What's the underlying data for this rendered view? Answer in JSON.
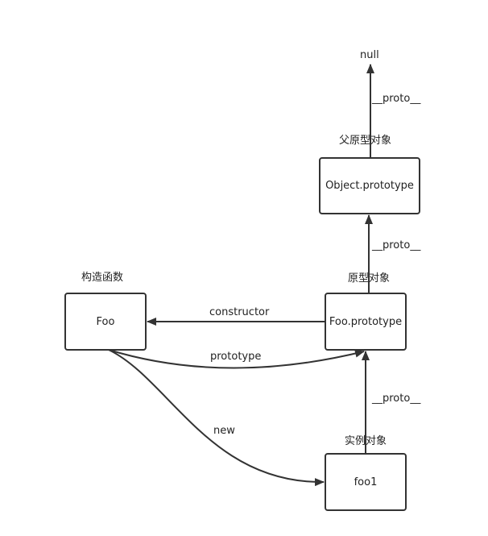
{
  "nodes": {
    "null": "null",
    "object_prototype": "Object.prototype",
    "foo": "Foo",
    "foo_prototype": "Foo.prototype",
    "foo1": "foo1"
  },
  "labels": {
    "parent_prototype_object": "父原型对象",
    "prototype_object": "原型对象",
    "constructor_function": "构造函数",
    "instance_object": "实例对象"
  },
  "edges": {
    "proto_top": "__proto__",
    "proto_middle": "__proto__",
    "proto_bottom": "__proto__",
    "constructor": "constructor",
    "prototype": "prototype",
    "new": "new"
  }
}
